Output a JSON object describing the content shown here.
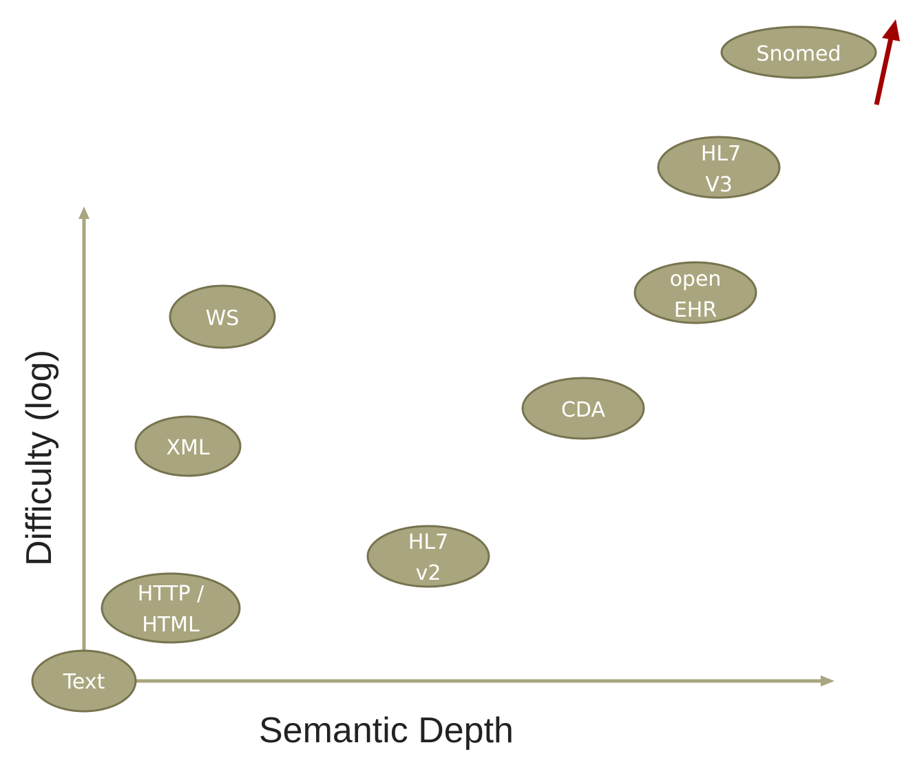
{
  "axes": {
    "x_label": "Semantic Depth",
    "y_label": "Difficulty (log)",
    "axis_color": "#A9A57E"
  },
  "colors": {
    "node_fill": "#A9A57E",
    "node_stroke": "#77734F",
    "trend_arrow": "#A00000"
  },
  "nodes": [
    {
      "id": "text",
      "lines": [
        "Text"
      ]
    },
    {
      "id": "http-html",
      "lines": [
        "HTTP /",
        "HTML"
      ]
    },
    {
      "id": "xml",
      "lines": [
        "XML"
      ]
    },
    {
      "id": "ws",
      "lines": [
        "WS"
      ]
    },
    {
      "id": "hl7-v2",
      "lines": [
        "HL7",
        "v2"
      ]
    },
    {
      "id": "cda",
      "lines": [
        "CDA"
      ]
    },
    {
      "id": "open-ehr",
      "lines": [
        "open",
        "EHR"
      ]
    },
    {
      "id": "hl7-v3",
      "lines": [
        "HL7",
        "V3"
      ]
    },
    {
      "id": "snomed",
      "lines": [
        "Snomed"
      ]
    }
  ]
}
